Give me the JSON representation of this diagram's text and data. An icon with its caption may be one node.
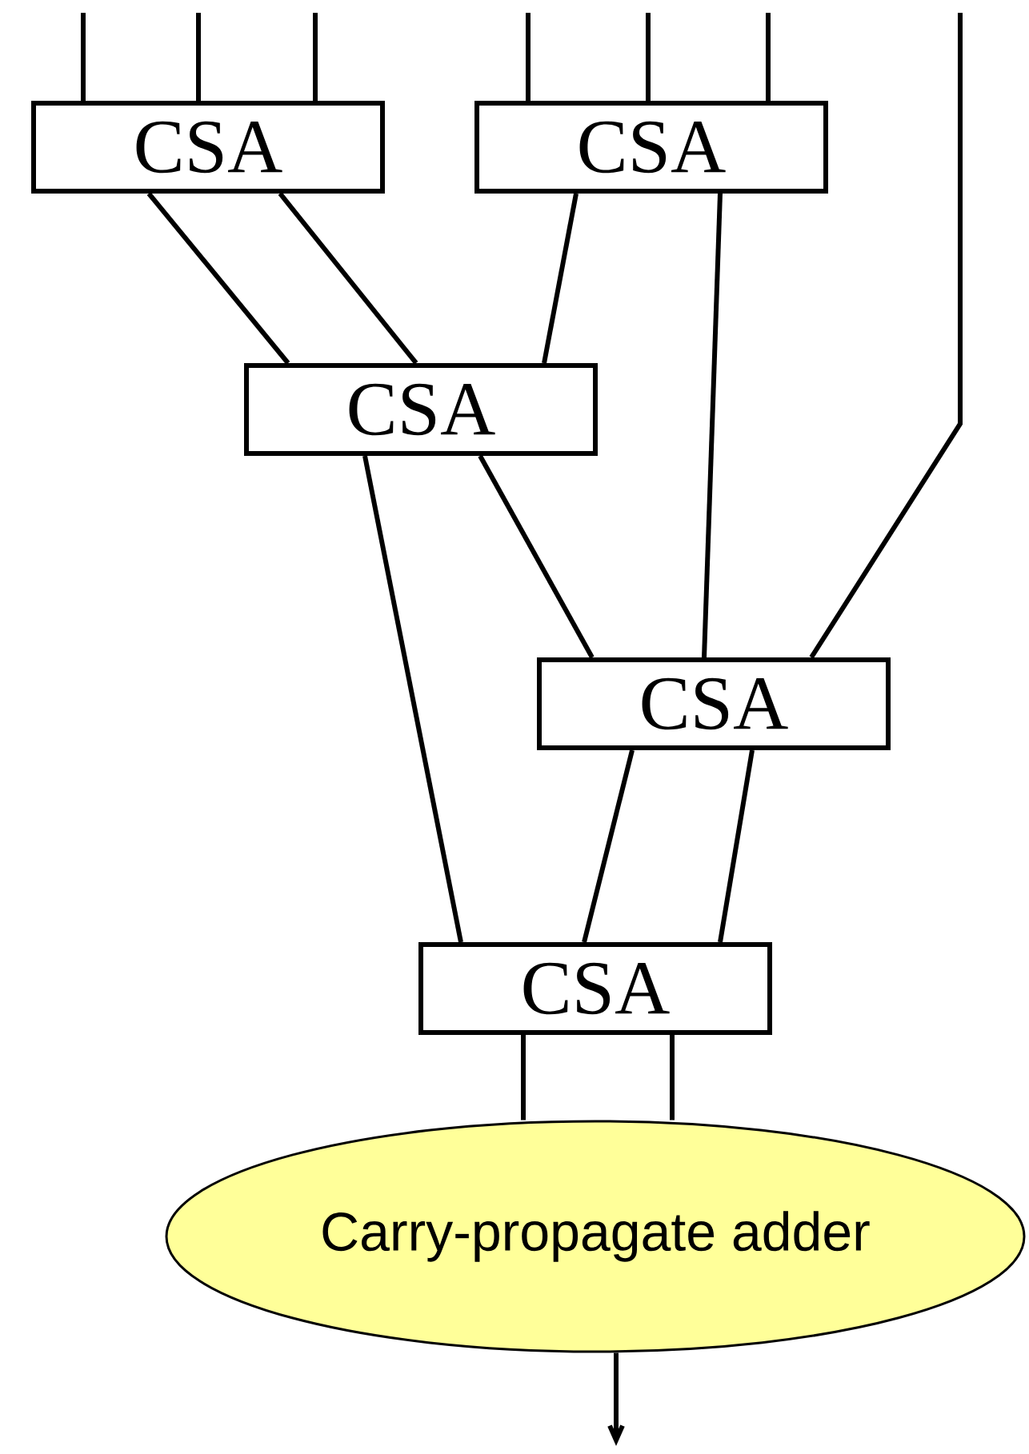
{
  "diagram": {
    "nodes": [
      {
        "text": [
          "CSA"
        ]
      },
      {
        "text": [
          "CSA"
        ]
      },
      {
        "text": [
          "CSA"
        ]
      },
      {
        "text": [
          "CSA"
        ]
      },
      {
        "text": [
          "CSA"
        ]
      },
      {
        "text": [
          "Carry-propagate adder"
        ]
      }
    ],
    "edges": [
      {
        "from": null,
        "to": 0,
        "arrow": "none"
      },
      {
        "from": null,
        "to": 0,
        "arrow": "none"
      },
      {
        "from": null,
        "to": 0,
        "arrow": "none"
      },
      {
        "from": null,
        "to": 1,
        "arrow": "none"
      },
      {
        "from": null,
        "to": 1,
        "arrow": "none"
      },
      {
        "from": null,
        "to": 1,
        "arrow": "none"
      },
      {
        "from": null,
        "to": 3,
        "arrow": "none"
      },
      {
        "from": 0,
        "to": 2,
        "arrow": "none"
      },
      {
        "from": 0,
        "to": 2,
        "arrow": "none"
      },
      {
        "from": 1,
        "to": 2,
        "arrow": "none"
      },
      {
        "from": 1,
        "to": 3,
        "arrow": "none"
      },
      {
        "from": 2,
        "to": 4,
        "arrow": "none"
      },
      {
        "from": 2,
        "to": 3,
        "arrow": "none"
      },
      {
        "from": 3,
        "to": 4,
        "arrow": "none"
      },
      {
        "from": 3,
        "to": 4,
        "arrow": "none"
      },
      {
        "from": 4,
        "to": 5,
        "arrow": "none"
      },
      {
        "from": 4,
        "to": 5,
        "arrow": "none"
      },
      {
        "from": 5,
        "to": null,
        "arrow": "to"
      }
    ]
  }
}
